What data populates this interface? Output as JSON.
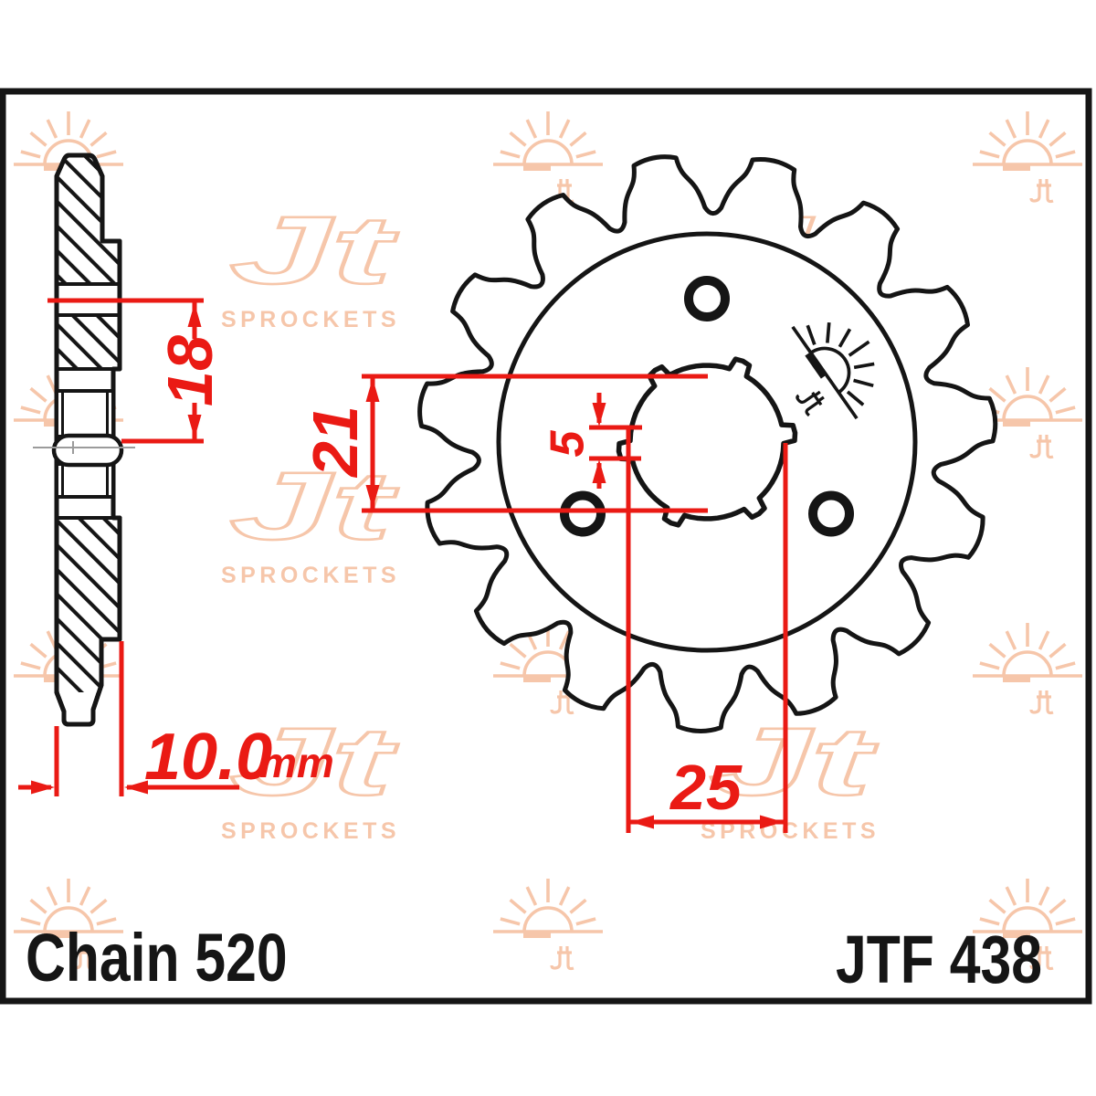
{
  "title_block": {
    "chain_label": "Chain 520",
    "part_number": "JTF 438"
  },
  "dimensions": {
    "hub_depth": "18",
    "spline_inner_diameter": "21",
    "spline_offset": "5",
    "spline_outer_diameter": "25",
    "hub_width": "10.0",
    "hub_width_unit": "mm"
  },
  "watermark": {
    "brand": "Jt",
    "brand_sub": "SPROCKETS"
  },
  "sprocket": {
    "teeth_count": 15,
    "bolt_holes": 3,
    "spline_notches": 6
  },
  "colors": {
    "dimension_red": "#ea1a14",
    "watermark_peach": "#f6c6aa",
    "ink": "#151515"
  }
}
